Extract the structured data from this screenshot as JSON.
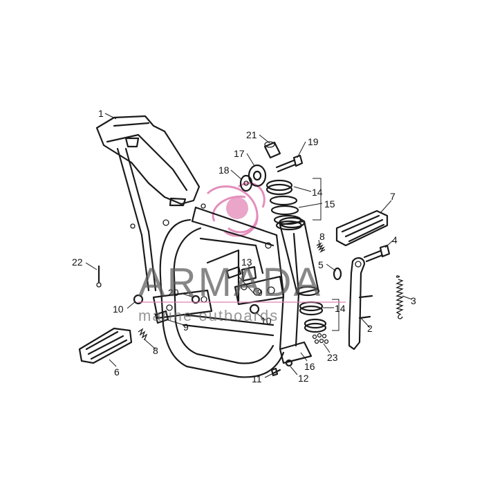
{
  "watermark": {
    "brand": "ARMADA",
    "tagline": "marine outboards",
    "logo_color": "#e07bb0"
  },
  "callouts": [
    "1",
    "2",
    "3",
    "4",
    "5",
    "6",
    "7",
    "8",
    "8",
    "9",
    "9",
    "10",
    "10",
    "11",
    "12",
    "13",
    "14",
    "14",
    "15",
    "16",
    "17",
    "18",
    "19",
    "20",
    "21",
    "22",
    "23"
  ]
}
